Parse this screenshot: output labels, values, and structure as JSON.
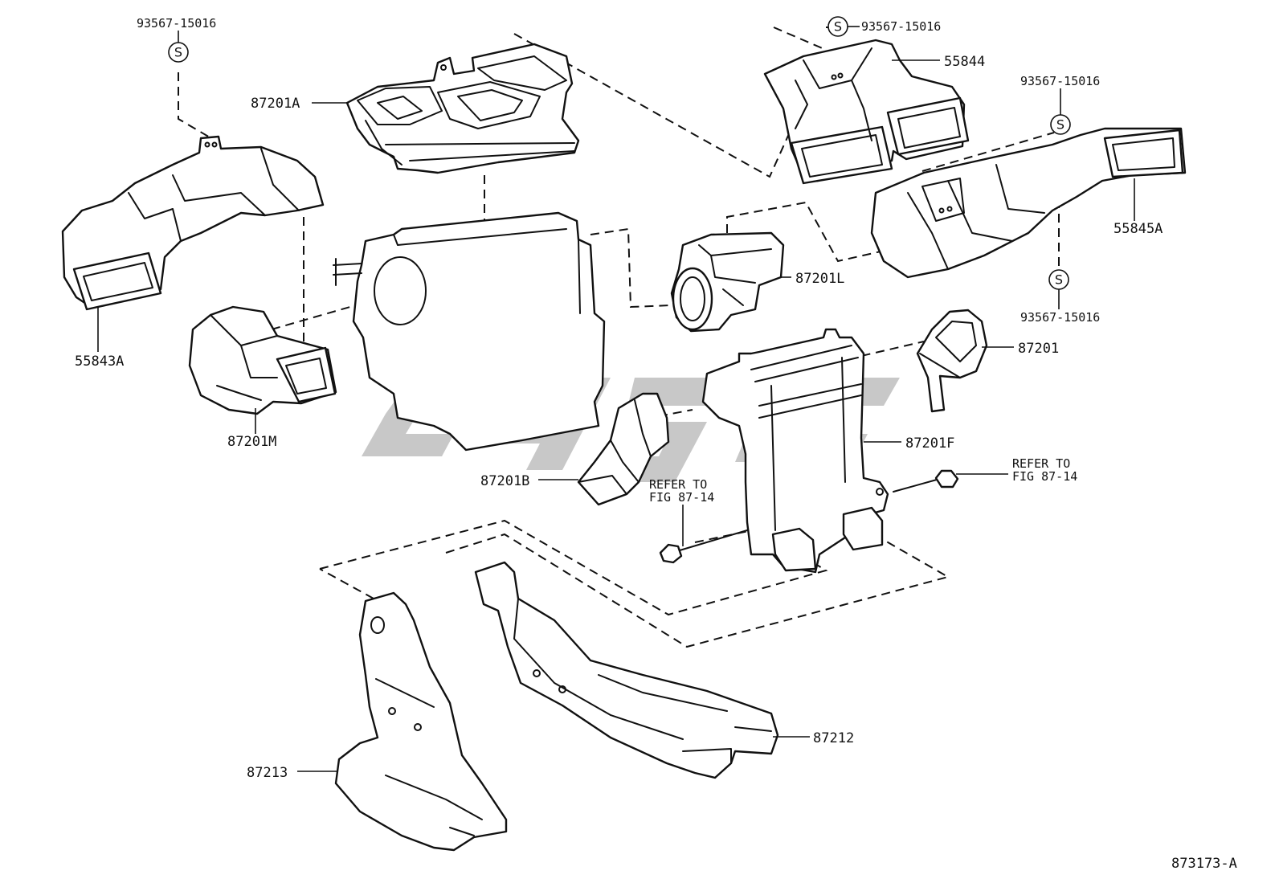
{
  "part_labels": {
    "p55843A": "55843A",
    "p87201M": "87201M",
    "p87201A": "87201A",
    "p55844": "55844",
    "p55845A": "55845A",
    "p87201L": "87201L",
    "p87201": "87201",
    "p87201F": "87201F",
    "p87201B": "87201B",
    "p87212": "87212",
    "p87213": "87213"
  },
  "screw_code": "93567-15016",
  "screw_symbol": "S",
  "refer_left": {
    "line1": "REFER TO",
    "line2": "FIG 87-14"
  },
  "refer_right": {
    "line1": "REFER TO",
    "line2": "FIG 87-14"
  },
  "figure_id": "873173-A",
  "watermark": {
    "present": true,
    "style": "grey stylized logo"
  }
}
